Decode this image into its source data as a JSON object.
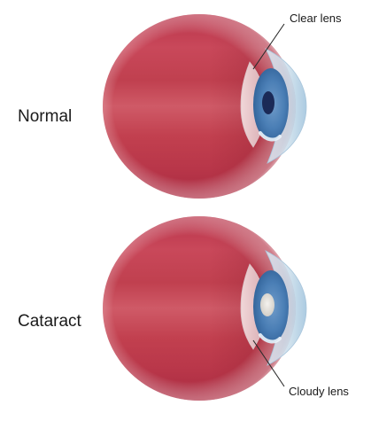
{
  "labels": {
    "normal": "Normal",
    "cataract": "Cataract",
    "clear_lens": "Clear lens",
    "cloudy_lens": "Cloudy lens"
  },
  "colors": {
    "eyeball_red": "#c23e50",
    "eyeball_dark": "#8e1f33",
    "cornea_blue": "#bcd8ea",
    "iris_blue": "#3d6fa6",
    "pupil_dark": "#1b2a57",
    "cloudy_pupil": "#e6e4df"
  }
}
